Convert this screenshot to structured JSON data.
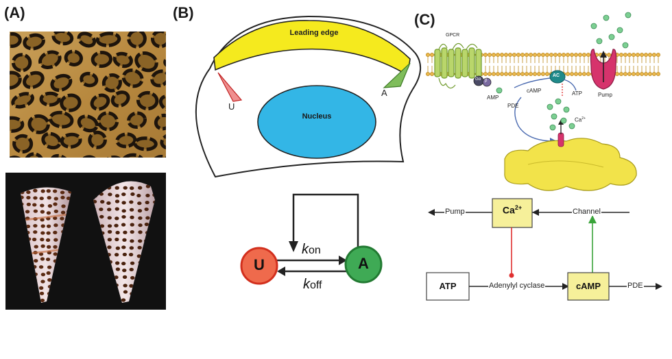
{
  "panels": {
    "a": {
      "letter": "(A)",
      "images": [
        "leopard-fur-texture",
        "cone-shell-pattern"
      ]
    },
    "b": {
      "letter": "(B)",
      "labels": {
        "leading_edge": "Leading edge",
        "nucleus": "Nucleus",
        "u_marker": "U",
        "a_marker": "A"
      },
      "scheme": {
        "u_node": "U",
        "a_node": "A",
        "k_on": "k",
        "k_on_sub": "on",
        "k_off": "k",
        "k_off_sub": "off"
      }
    },
    "c": {
      "letter": "(C)",
      "cell_labels": {
        "gpcr": "GPCR",
        "ac": "AC",
        "g_alpha": "Gα",
        "g_beta": "β",
        "camp": "cAMP",
        "atp": "ATP",
        "amp": "AMP",
        "pde": "PDE",
        "ca2": "Ca",
        "ca2_sup": "2+",
        "pump": "Pump"
      },
      "network": {
        "pump": "Pump",
        "ca_box": "Ca",
        "ca_box_sup": "2+",
        "channel": "Channel",
        "atp_box": "ATP",
        "adenylyl_cyclase": "Adenylyl cyclase",
        "camp_box": "cAMP",
        "pde": "PDE"
      }
    }
  },
  "colors": {
    "leading_edge": "#f5ea1e",
    "nucleus": "#33b6e6",
    "u_node": "#ef6a4c",
    "a_node": "#3faa55",
    "box_fill": "#f6f09a",
    "inhibit_red": "#e03030",
    "activate_green": "#3aa43a",
    "er_yellow": "#f2e34a",
    "membrane_head": "#e8b64a",
    "pump_magenta": "#d6336c",
    "particle_green": "#7ccf92"
  }
}
